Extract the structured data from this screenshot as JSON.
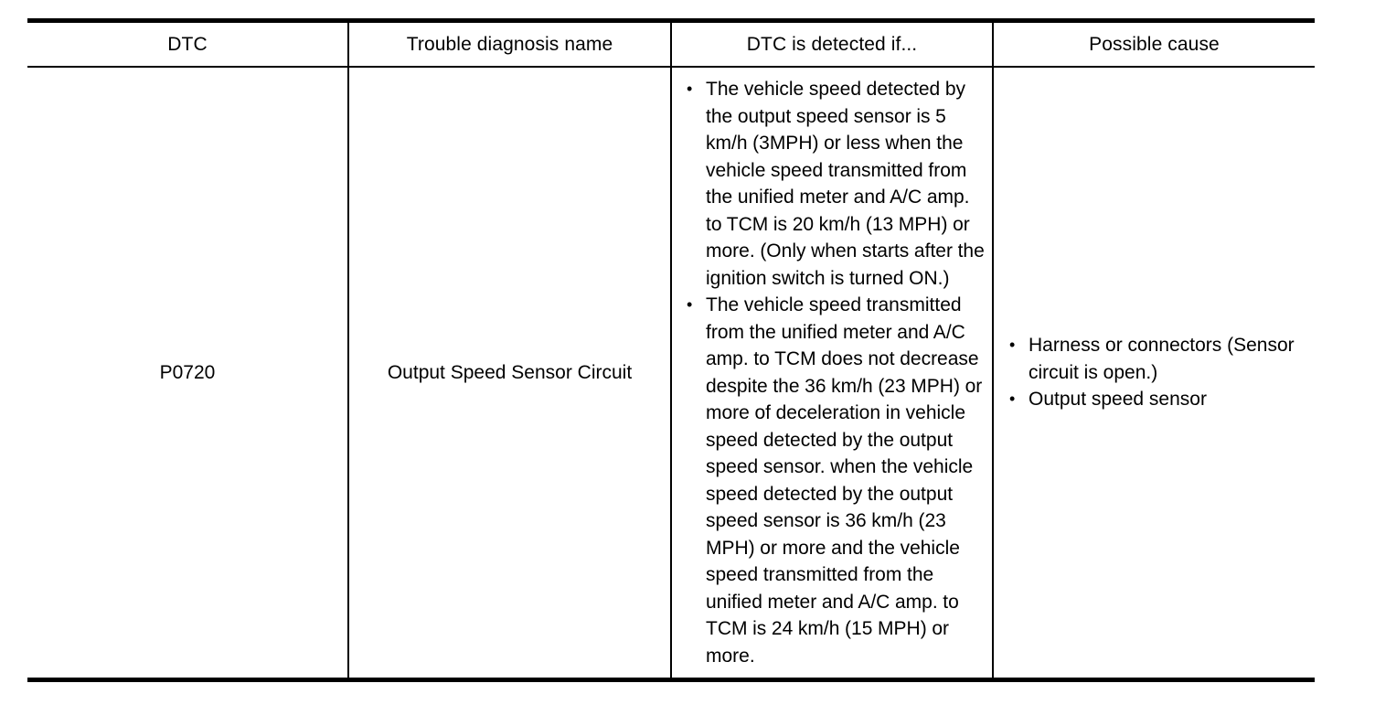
{
  "table": {
    "headers": [
      "DTC",
      "Trouble diagnosis name",
      "DTC is detected if...",
      "Possible cause"
    ],
    "rows": [
      {
        "dtc": "P0720",
        "trouble_diagnosis_name": "Output Speed Sensor Circuit",
        "detected_if": [
          "The vehicle speed detected by the output speed sensor is 5 km/h (3MPH) or less when the vehicle speed transmitted from the unified meter and A/C amp. to TCM is 20 km/h (13 MPH) or more. (Only when starts after the ignition switch is turned ON.)",
          "The vehicle speed transmitted from the unified meter and A/C amp. to TCM does not decrease despite the 36 km/h (23 MPH) or more of deceleration in vehicle speed detected by the output speed sensor. when the vehicle speed detected by the output speed sensor is 36 km/h (23 MPH) or more and the vehicle speed transmitted from the unified meter and A/C amp. to TCM is 24 km/h (15 MPH) or more."
        ],
        "possible_cause": [
          "Harness or connectors (Sensor circuit is open.)",
          "Output speed sensor"
        ]
      }
    ]
  },
  "colors": {
    "text": "#000000",
    "rule": "#000000",
    "background": "#ffffff"
  }
}
